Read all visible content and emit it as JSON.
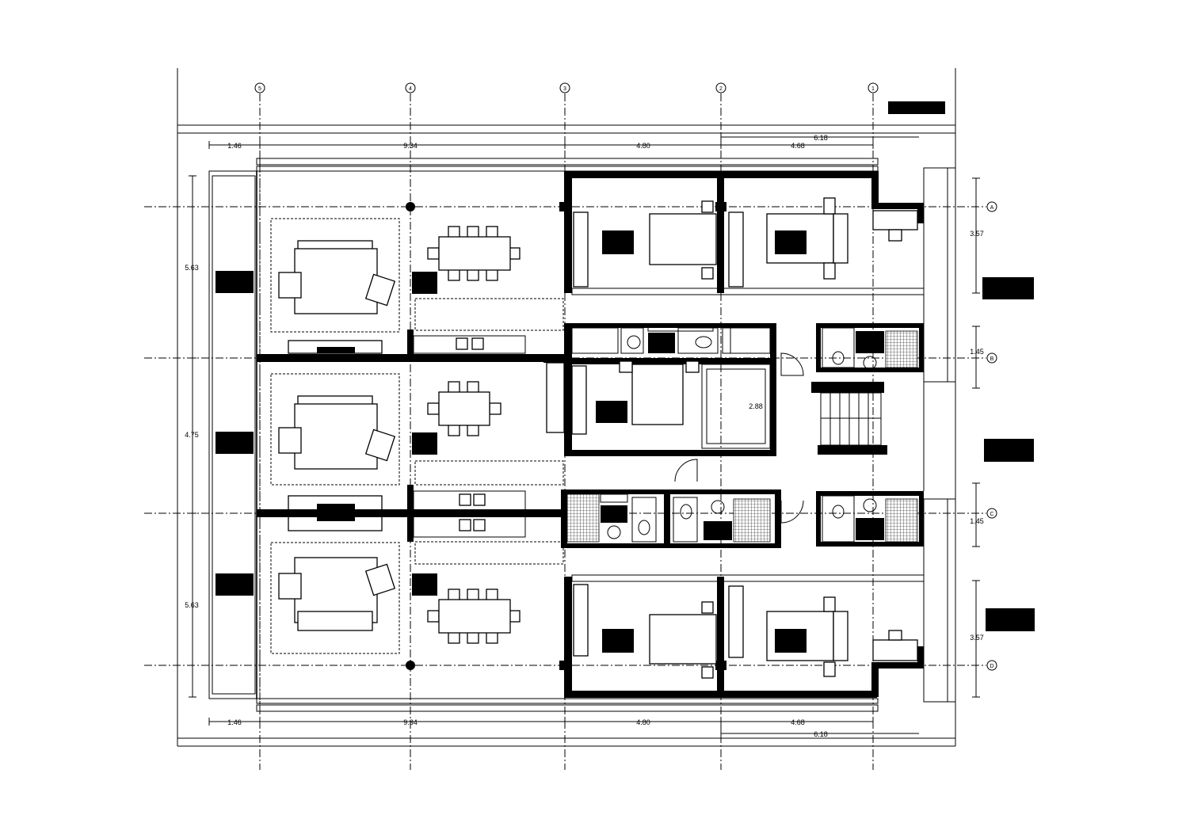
{
  "drawing": {
    "grid_columns": [
      "5",
      "4",
      "3",
      "2",
      "1"
    ],
    "grid_rows": [
      "A",
      "B",
      "C",
      "D"
    ],
    "top_dimensions": [
      "1.46",
      "9.34",
      "4.80",
      "4.68"
    ],
    "top_dimension_overall": "6.18",
    "bottom_dimensions": [
      "1.46",
      "9.34",
      "4.80",
      "4.68"
    ],
    "bottom_dimension_overall": "6.18",
    "left_dimensions": [
      "5.63",
      "4.75",
      "5.63"
    ],
    "right_dimensions": [
      "3.57",
      "1.45",
      "1.45",
      "3.57"
    ],
    "interior_dimension": "2.88"
  }
}
